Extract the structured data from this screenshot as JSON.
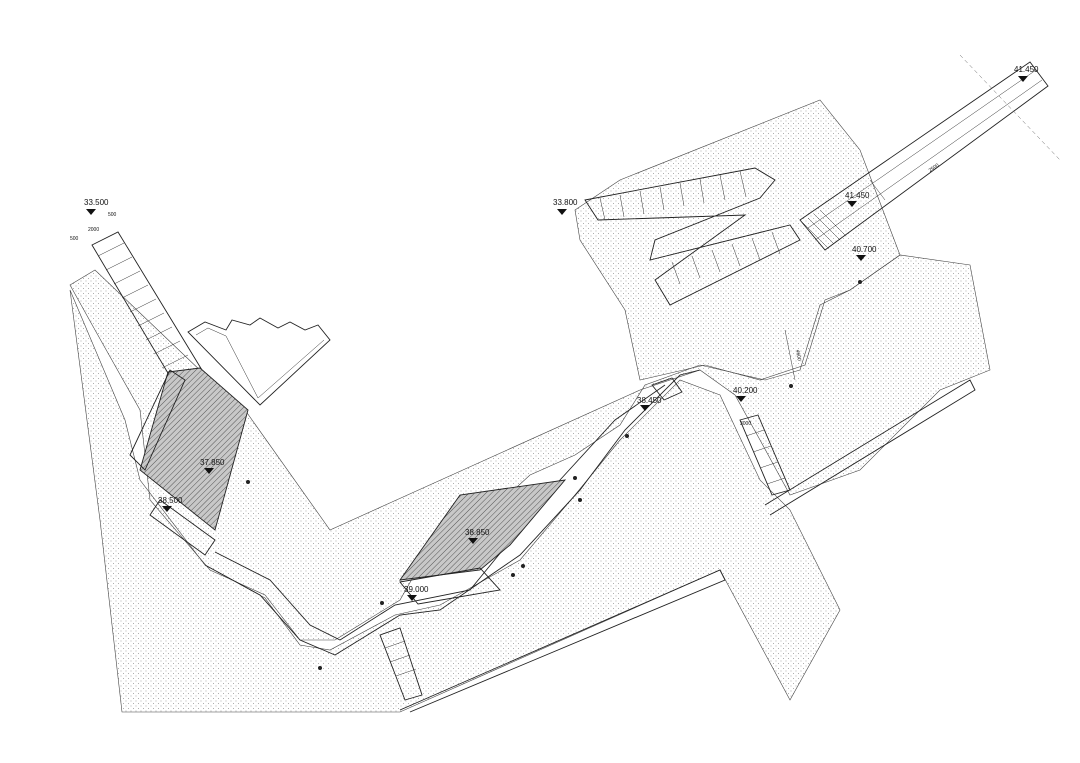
{
  "elevations": {
    "e1": "33.500",
    "e2": "33.800",
    "e3": "41.450",
    "e4": "41.450",
    "e5": "40.700",
    "e6": "38.450",
    "e7": "40.200",
    "e8": "37.850",
    "e9": "38.500",
    "e10": "38.850",
    "e11": "39.000"
  },
  "dimensions": {
    "d500_left": "500",
    "d2000": "2000",
    "d500_right": "500",
    "d4600": "4600",
    "d2500": "2500",
    "d3000": "3000"
  },
  "colors": {
    "line": "#222222",
    "hatch": "#555555",
    "dots": "#888888"
  }
}
